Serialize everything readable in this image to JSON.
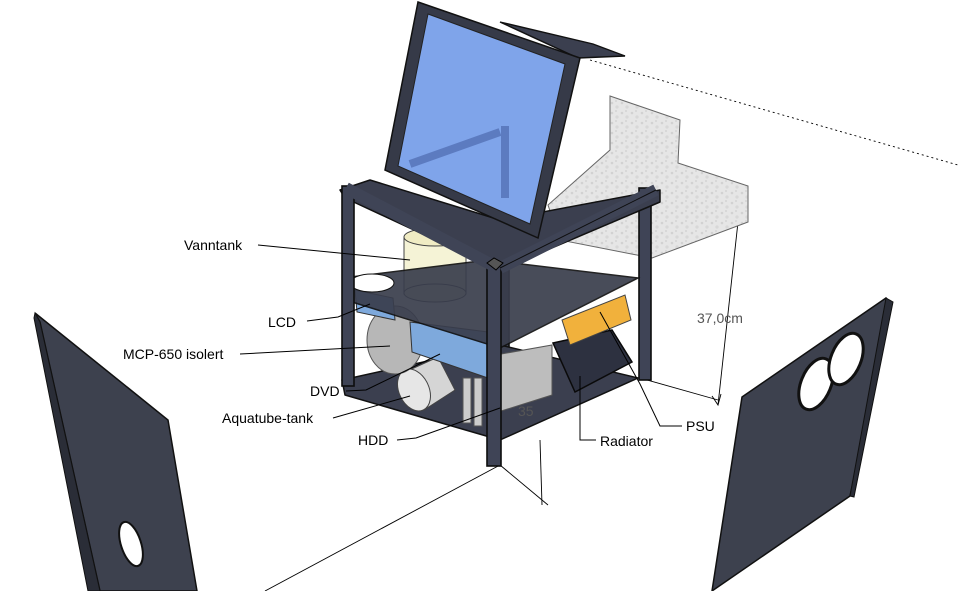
{
  "labels": {
    "vanntank": "Vanntank",
    "lcd": "LCD",
    "mcp": "MCP-650 isolert",
    "dvd": "DVD",
    "aquatube": "Aquatube-tank",
    "hdd": "HDD",
    "radiator": "Radiator",
    "psu": "PSU"
  },
  "dimensions": {
    "height": "37,0cm",
    "depth_partial": "35"
  },
  "colors": {
    "frame": "#3b3f4f",
    "screen": "#7fa4ea",
    "water_tank": "#f5f3d6",
    "lcd_blue": "#7ea9dc",
    "psu_orange": "#f1b13c",
    "metal_plate": "#e3e3e3"
  }
}
